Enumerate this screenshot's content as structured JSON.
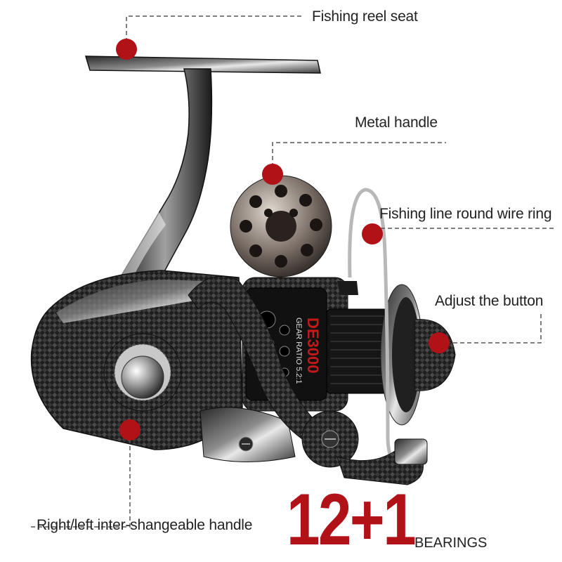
{
  "callouts": {
    "reel_seat": "Fishing reel seat",
    "metal_handle": "Metal handle",
    "line_ring": "Fishing line round wire ring",
    "adjust_button": "Adjust the button",
    "interchangeable_handle": "Right/left inter-shangeable handle"
  },
  "product": {
    "model": "DE3000",
    "gear_ratio": "GEAR RATIO 5.2:1"
  },
  "bearings": {
    "count": "12+1",
    "label": "BEARINGS"
  },
  "colors": {
    "marker_red": "#b01218",
    "bearings_red": "#b01218",
    "text": "#222222",
    "leader_line": "#555555",
    "background": "#ffffff"
  }
}
